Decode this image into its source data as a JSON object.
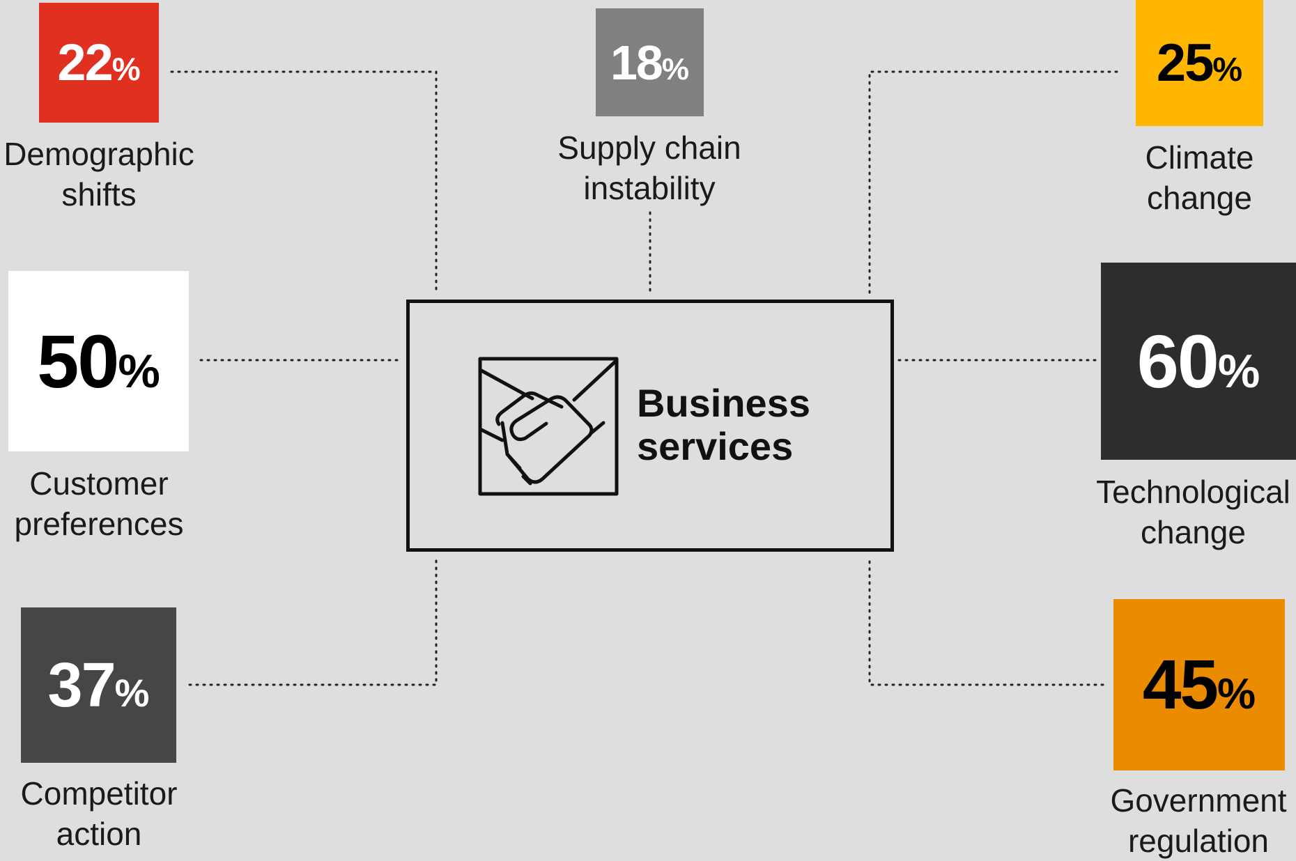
{
  "center": {
    "title_line1": "Business",
    "title_line2": "services",
    "icon": "handshake-icon"
  },
  "factors": [
    {
      "id": "demographic-shifts",
      "value": "22",
      "unit": "%",
      "label_line1": "Demographic",
      "label_line2": "shifts",
      "color": "#e03120",
      "text_color": "#ffffff"
    },
    {
      "id": "supply-chain-instability",
      "value": "18",
      "unit": "%",
      "label_line1": "Supply chain",
      "label_line2": "instability",
      "color": "#808080",
      "text_color": "#ffffff"
    },
    {
      "id": "climate-change",
      "value": "25",
      "unit": "%",
      "label_line1": "Climate",
      "label_line2": "change",
      "color": "#ffb600",
      "text_color": "#000000"
    },
    {
      "id": "customer-preferences",
      "value": "50",
      "unit": "%",
      "label_line1": "Customer",
      "label_line2": "preferences",
      "color": "#ffffff",
      "text_color": "#000000"
    },
    {
      "id": "technological-change",
      "value": "60",
      "unit": "%",
      "label_line1": "Technological",
      "label_line2": "change",
      "color": "#2d2d2d",
      "text_color": "#ffffff"
    },
    {
      "id": "competitor-action",
      "value": "37",
      "unit": "%",
      "label_line1": "Competitor",
      "label_line2": "action",
      "color": "#464646",
      "text_color": "#ffffff"
    },
    {
      "id": "government-regulation",
      "value": "45",
      "unit": "%",
      "label_line1": "Government",
      "label_line2": "regulation",
      "color": "#eb8c00",
      "text_color": "#000000"
    }
  ]
}
